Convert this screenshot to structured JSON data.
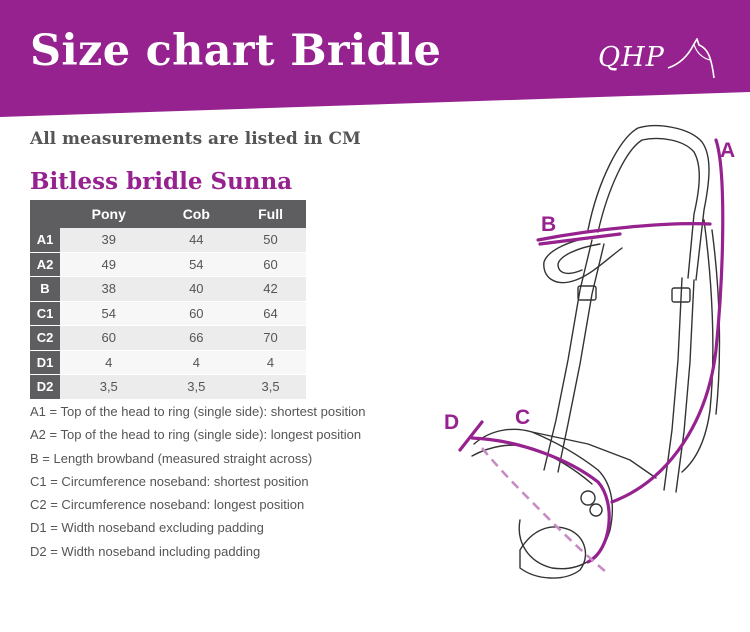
{
  "header": {
    "title": "Size chart Bridle",
    "logo_text": "QHP",
    "bg_color": "#96228f"
  },
  "subtitle": "All measurements are listed in CM",
  "product_title": "Bitless bridle Sunna",
  "size_table": {
    "columns": [
      "",
      "Pony",
      "Cob",
      "Full"
    ],
    "rows": [
      {
        "label": "A1",
        "values": [
          "39",
          "44",
          "50"
        ]
      },
      {
        "label": "A2",
        "values": [
          "49",
          "54",
          "60"
        ]
      },
      {
        "label": "B",
        "values": [
          "38",
          "40",
          "42"
        ]
      },
      {
        "label": "C1",
        "values": [
          "54",
          "60",
          "64"
        ]
      },
      {
        "label": "C2",
        "values": [
          "60",
          "66",
          "70"
        ]
      },
      {
        "label": "D1",
        "values": [
          "4",
          "4",
          "4"
        ]
      },
      {
        "label": "D2",
        "values": [
          "3,5",
          "3,5",
          "3,5"
        ]
      }
    ]
  },
  "legend": [
    "A1 = Top of the head to ring (single side): shortest position",
    "A2 = Top of the head to ring (single side): longest position",
    "B   = Length browband (measured straight across)",
    "C1 = Circumference noseband: shortest position",
    "C2 = Circumference noseband: longest position",
    "D1 = Width noseband excluding padding",
    "D2 = Width noseband including padding"
  ],
  "diagram": {
    "labels": {
      "a": "A",
      "b": "B",
      "c": "C",
      "d": "D"
    },
    "accent_color": "#96228f",
    "line_color": "#333333"
  }
}
